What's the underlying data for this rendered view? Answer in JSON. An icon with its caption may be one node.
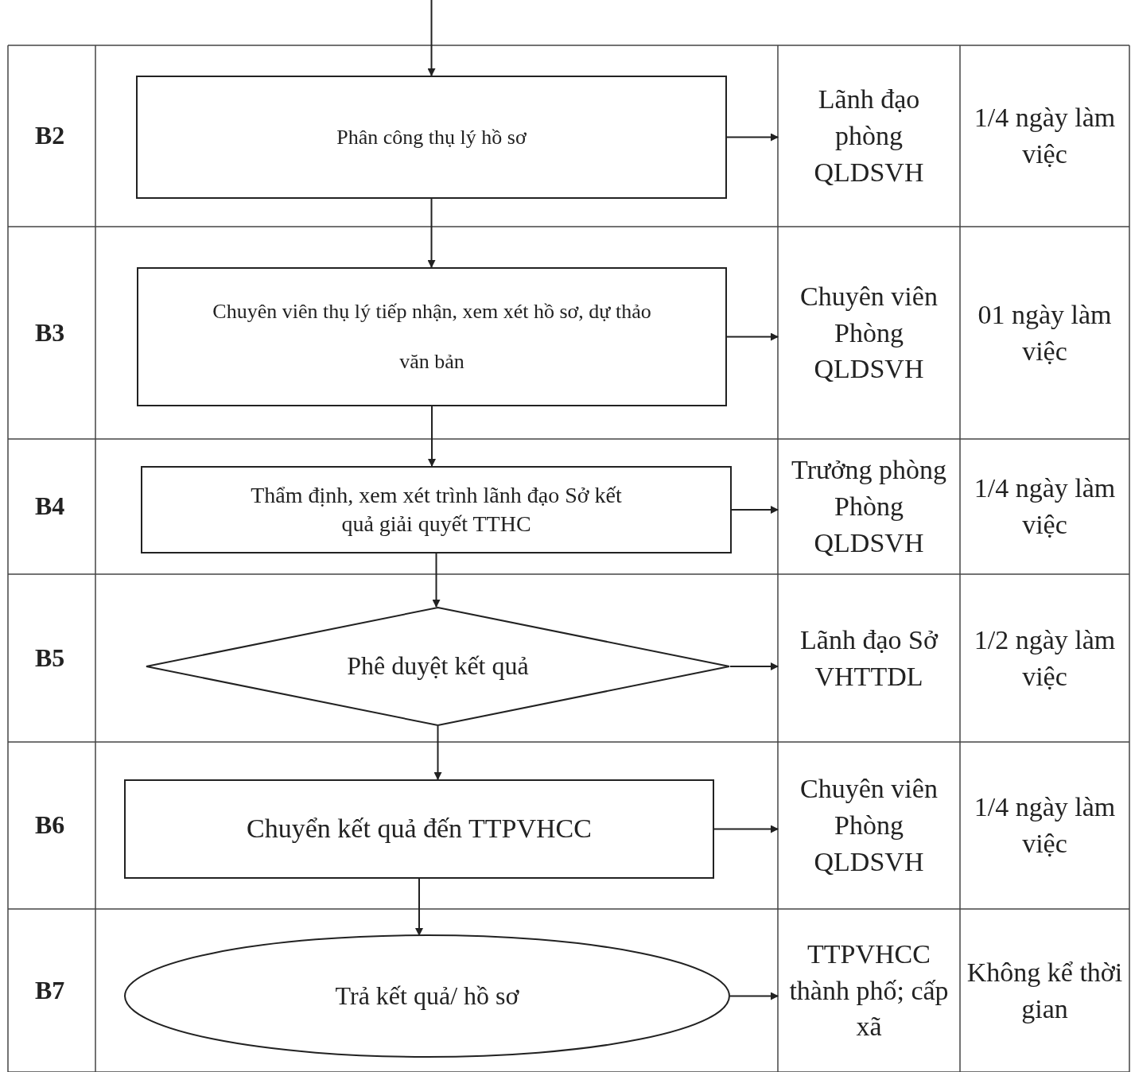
{
  "diagram": {
    "nodes": [
      {
        "text": [
          "Phân công thụ lý hồ sơ"
        ]
      },
      {
        "text": [
          "Lãnh đạo phòng QLDSVH"
        ]
      },
      {
        "text": [
          "Chuyên viên thụ lý tiếp nhận, xem xét hồ sơ, dự thảo văn bản"
        ]
      },
      {
        "text": [
          "Chuyên viên Phòng QLDSVH"
        ]
      },
      {
        "text": [
          "Thẩm định, xem xét trình lãnh đạo Sở kết quả giải quyết TTHC"
        ]
      },
      {
        "text": [
          "Trưởng phòng Phòng QLDSVH"
        ]
      },
      {
        "text": [
          "Phê duyệt kết quả"
        ]
      },
      {
        "text": [
          "Lãnh đạo Sở VHTTDL"
        ]
      },
      {
        "text": [
          "Chuyển kết quả đến TTPVHCC"
        ]
      },
      {
        "text": [
          "Chuyên viên Phòng QLDSVH"
        ]
      },
      {
        "text": [
          "Trả kết quả/ hồ sơ"
        ]
      },
      {
        "text": [
          "TTPVHCC thành phố; cấp xã"
        ]
      }
    ],
    "edges": [
      {
        "from": null,
        "to": 0,
        "arrow": "to"
      },
      {
        "from": 0,
        "to": 1,
        "arrow": "to"
      },
      {
        "from": 0,
        "to": 2,
        "arrow": "to"
      },
      {
        "from": 2,
        "to": 3,
        "arrow": "to"
      },
      {
        "from": 2,
        "to": 4,
        "arrow": "to"
      },
      {
        "from": 4,
        "to": 5,
        "arrow": "to"
      },
      {
        "from": 4,
        "to": 6,
        "arrow": "to"
      },
      {
        "from": 6,
        "to": 7,
        "arrow": "to"
      },
      {
        "from": 6,
        "to": 8,
        "arrow": "to"
      },
      {
        "from": 8,
        "to": 9,
        "arrow": "to"
      },
      {
        "from": 8,
        "to": 10,
        "arrow": "to"
      },
      {
        "from": 10,
        "to": 11,
        "arrow": "to"
      }
    ],
    "labels": [
      "B2",
      "1/4 ngày làm việc",
      "B3",
      "01 ngày làm việc",
      "B4",
      "1/4 ngày làm việc",
      "B5",
      "1/2 ngày làm việc",
      "B6",
      "1/4 ngày làm việc",
      "B7",
      "Không kể thời gian"
    ]
  }
}
